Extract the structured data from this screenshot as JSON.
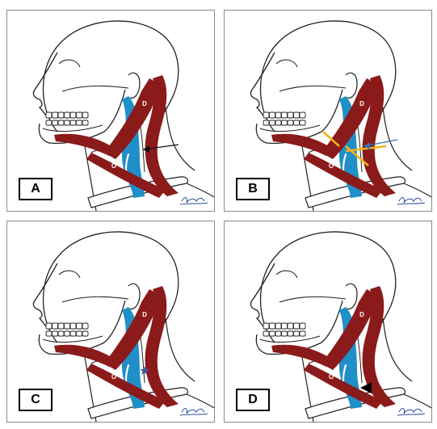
{
  "panels": [
    {
      "id": "A",
      "label": "A",
      "marker": "arrow"
    },
    {
      "id": "B",
      "label": "B",
      "marker": "arrow-with-yellow-lines"
    },
    {
      "id": "C",
      "label": "C",
      "marker": "star"
    },
    {
      "id": "D",
      "label": "D",
      "marker": "triangle"
    }
  ],
  "muscle_labels": {
    "upper": "D",
    "lower": "O"
  },
  "colors": {
    "muscle": "#8b1a1a",
    "vein": "#1f8fc8",
    "outline": "#222222",
    "star": "#3b5ba8",
    "arrow_a": "#111111",
    "arrow_b": "#3a6fb0",
    "yellow": "#f2b21c",
    "signature": "#2a4a9a"
  },
  "icons": [
    "arrow-icon",
    "star-icon",
    "triangle-icon",
    "signature-icon"
  ]
}
